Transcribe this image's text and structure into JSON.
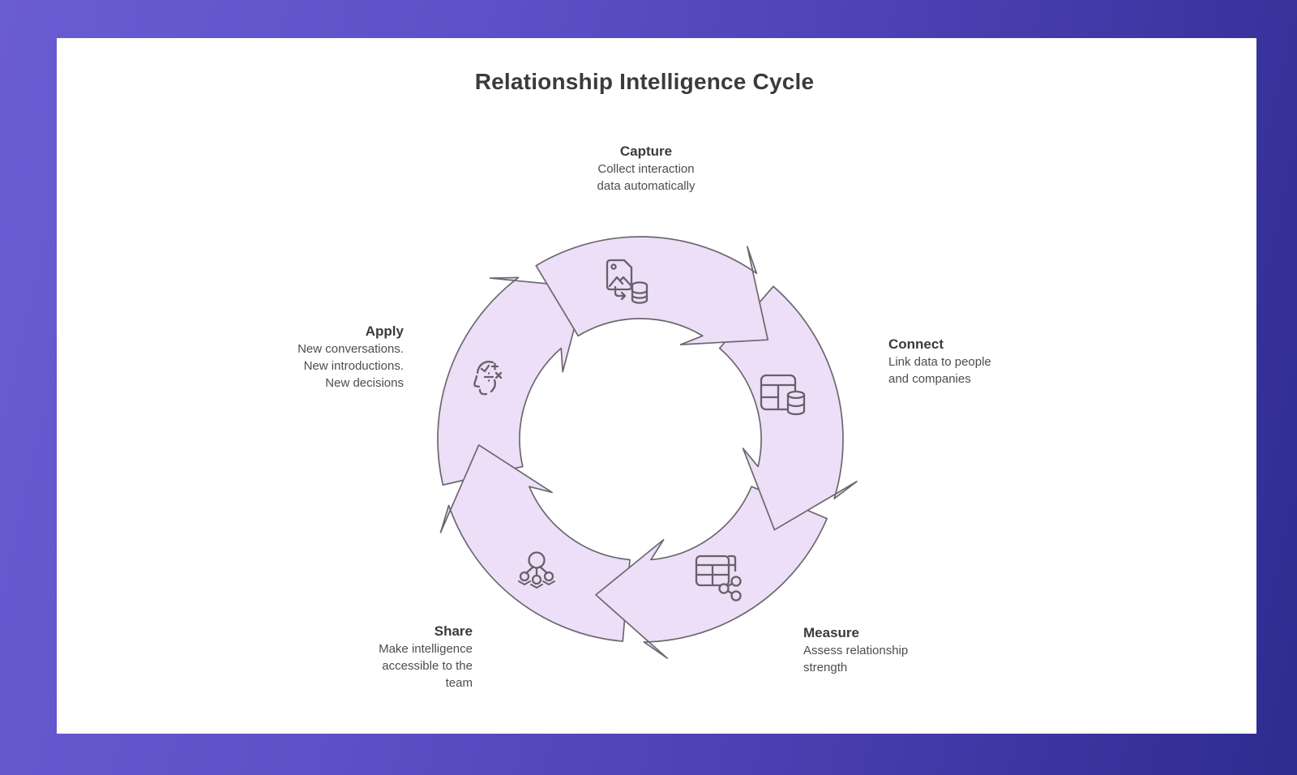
{
  "page": {
    "background_colors": [
      "#6a5cd1",
      "#5d4fc5",
      "#4c40b4",
      "#2e2c8f"
    ],
    "canvas_color": "#ffffff"
  },
  "title": "Relationship Intelligence Cycle",
  "diagram": {
    "type": "cycle",
    "direction": "clockwise",
    "ring_fill": "#ecdff7",
    "ring_stroke": "#6d676e",
    "icon_stroke": "#67616a",
    "stages": [
      {
        "name": "Capture",
        "description": "Collect interaction\ndata automatically",
        "icon": "image-to-database-icon",
        "position": "top"
      },
      {
        "name": "Connect",
        "description": "Link data to people\nand companies",
        "icon": "table-with-database-icon",
        "position": "right"
      },
      {
        "name": "Measure",
        "description": "Assess relationship\nstrength",
        "icon": "table-with-share-nodes-icon",
        "position": "bottom-right"
      },
      {
        "name": "Share",
        "description": "Make intelligence\naccessible to the\nteam",
        "icon": "people-hierarchy-icon",
        "position": "bottom-left"
      },
      {
        "name": "Apply",
        "description": "New conversations.\nNew introductions.\nNew decisions",
        "icon": "thinking-head-icon",
        "position": "left"
      }
    ]
  }
}
